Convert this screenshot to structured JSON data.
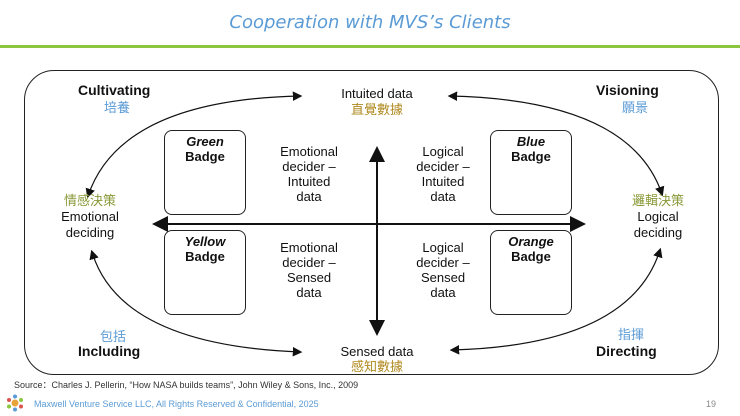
{
  "title": "Cooperation with MVS’s Clients",
  "corners": {
    "cultivating": {
      "en": "Cultivating",
      "zh": "培養"
    },
    "visioning": {
      "en": "Visioning",
      "zh": "願景"
    },
    "including": {
      "en": "Including",
      "zh": "包括"
    },
    "directing": {
      "en": "Directing",
      "zh": "指揮"
    }
  },
  "axes": {
    "top": {
      "en": "Intuited data",
      "zh": "直覺數據"
    },
    "bottom": {
      "en": "Sensed data",
      "zh": "感知數據"
    },
    "left": {
      "zh": "情感決策",
      "en_line1": "Emotional",
      "en_line2": "deciding"
    },
    "right": {
      "zh": "邏輯決策",
      "en_line1": "Logical",
      "en_line2": "deciding"
    }
  },
  "badges": {
    "green": {
      "line1": "Green",
      "line2": "Badge"
    },
    "blue": {
      "line1": "Blue",
      "line2": "Badge"
    },
    "yellow": {
      "line1": "Yellow",
      "line2": "Badge"
    },
    "orange": {
      "line1": "Orange",
      "line2": "Badge"
    }
  },
  "quadrants": {
    "top_left": [
      "Emotional",
      "decider –",
      "Intuited",
      "data"
    ],
    "top_right": [
      "Logical",
      "decider –",
      "Intuited",
      "data"
    ],
    "bottom_left": [
      "Emotional",
      "decider –",
      "Sensed",
      "data"
    ],
    "bottom_right": [
      "Logical",
      "decider –",
      "Sensed",
      "data"
    ]
  },
  "source": "Source：Charles J. Pellerin, “How NASA builds teams”, John Wiley & Sons, Inc., 2009",
  "footer": "Maxwell Venture Service LLC, All Rights Reserved & Confidential, 2025",
  "page_number": "19",
  "colors": {
    "accent_blue": "#5b9bd5",
    "rule_green": "#8cc63f",
    "zh_olive": "#8a9a3a",
    "zh_gold": "#b08a20"
  }
}
